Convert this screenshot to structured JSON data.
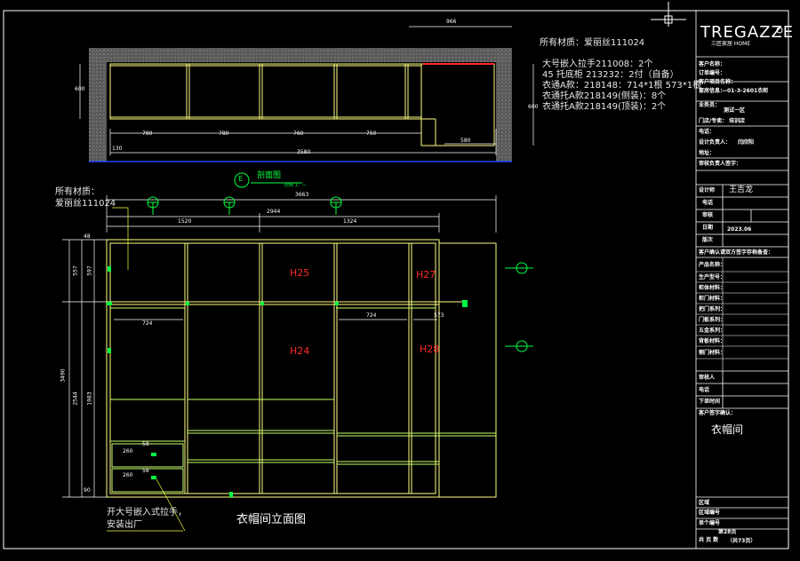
{
  "brand": {
    "name": "TREGAZZE",
    "sub": "三匠家居 HOME"
  },
  "plan": {
    "material_note": "所有材质：爱丽丝111024",
    "hardware_notes": [
      "大号嵌入拉手211008：2个",
      "45 托底柜 213232：2付（自备）",
      "衣通A款：218148：714*1根 573*1根",
      "衣通托A款218149(侧装)：8个",
      "衣通托A款218149(顶装)：2个"
    ],
    "dims": {
      "top": "966",
      "left": "600",
      "bays": [
        "780",
        "780",
        "760",
        "750"
      ],
      "right_small": "580",
      "small": "130",
      "total": "3580",
      "right_depth": "600"
    }
  },
  "section_label": "剖面图",
  "section_mark": "E",
  "section_scale": "比例 1：—",
  "elevation": {
    "material_note_1": "所有材质：",
    "material_note_2": "爱丽丝111024",
    "title": "衣帽间立面图",
    "handle_note_1": "开大号嵌入式拉手，",
    "handle_note_2": "安装出厂",
    "labels": [
      "H25",
      "H27",
      "H24",
      "H28"
    ],
    "dims": {
      "overall_top": "3663",
      "inner_top": "2944",
      "left_part": "1520",
      "right_part": "1324",
      "rod_left": "724",
      "rod_right": "724",
      "rod_small": "573",
      "h_total": "3490",
      "h_sub": "2544",
      "h_lower": "1983",
      "h_upper": "557",
      "h_upper_b": "597",
      "h_top": "48",
      "h_bottom": "90",
      "drawer_a": "260",
      "drawer_b": "260",
      "drawer_c": "58",
      "drawer_d": "58"
    }
  },
  "title_block": {
    "rows": [
      {
        "label": "客户名称：",
        "value": ""
      },
      {
        "label": "订单编号：",
        "value": ""
      },
      {
        "label": "客户项目名称：",
        "value": ""
      },
      {
        "label": "套房信息：",
        "value": "—01-3-2601衣柜"
      },
      {
        "label": "业务员：",
        "value": "测试一区"
      },
      {
        "label": "门店/专卖：",
        "value": "培训店"
      },
      {
        "label": "电话：",
        "value": ""
      },
      {
        "label": "设计负责人：",
        "value": "闫欣阳"
      },
      {
        "label": "地址：",
        "value": ""
      },
      {
        "label": "审核负责人签字：",
        "value": ""
      }
    ],
    "designer_label": "设计师",
    "designer": "王吉龙",
    "mid_rows": [
      {
        "label": "电话",
        "value": ""
      },
      {
        "label": "审核",
        "value": ""
      },
      {
        "label": "日期",
        "value": "2023.06"
      },
      {
        "label": "版次",
        "value": ""
      }
    ],
    "section_heading": "客户确认请双方签字存档备查：",
    "product_rows": [
      "产品名称：",
      "生产型号：",
      "柜体材料：",
      "柜门材料：",
      "把门系列：",
      "门板系列：",
      "五金系列：",
      "背板材料：",
      "侧门材料："
    ],
    "bottom_rows": [
      "审核人",
      "电话",
      "下单时间"
    ],
    "confirm_heading": "客户签字确认：",
    "sheet_title": "衣帽间",
    "foot_rows": [
      "区域",
      "区域编号",
      "单个编号"
    ],
    "page": "第28页",
    "page_total": "（共73页）",
    "page_prefix": "共 页 数"
  },
  "colors": {
    "frame": "#ffffff",
    "cabinet": "#ffff80",
    "shelf": "#c8ff6a",
    "dim": "#ffffff",
    "hatch": "#cfcfcf",
    "blue": "#2040ff",
    "green": "#00ff40",
    "red": "#ff2a2a"
  }
}
